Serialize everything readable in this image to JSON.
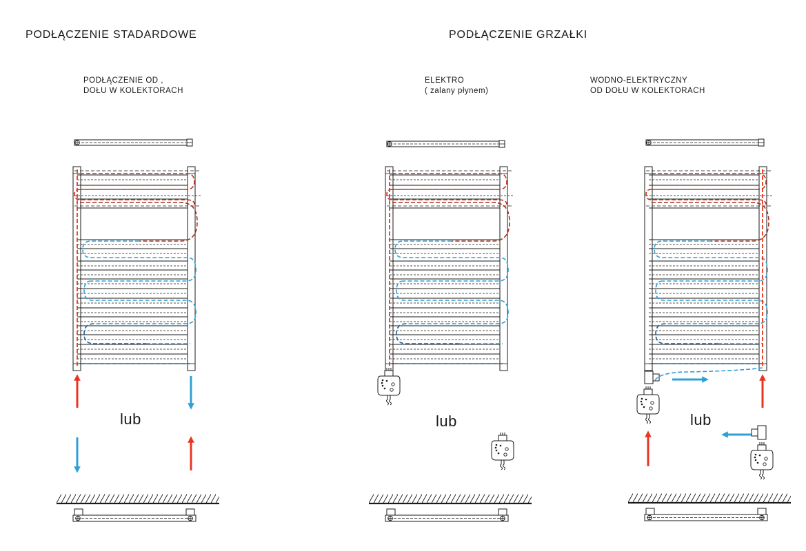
{
  "headings": {
    "standard": "PODŁĄCZENIE STADARDOWE",
    "heater": "PODŁĄCZENIE GRZAŁKI"
  },
  "panels": [
    {
      "caption_line1": "PODŁĄCZENIE OD ,",
      "caption_line2": "DOŁU W KOLEKTORACH",
      "or_label": "lub"
    },
    {
      "caption_line1": "ELEKTRO",
      "caption_line2": "( zalany płynem)",
      "or_label": "lub"
    },
    {
      "caption_line1": "WODNO-ELEKTRYCZNY",
      "caption_line2": "OD DOŁU W KOLEKTORACH",
      "or_label": "lub"
    }
  ],
  "colors": {
    "hot": "#e8351f",
    "cold": "#2f9fd6",
    "dark_red": "#a8321f",
    "dark_blue": "#1f5f9a",
    "line": "#1a1a1a"
  },
  "icons": [
    "radiator",
    "heating-element",
    "flow-arrow",
    "wall-hatching",
    "mounting-bracket"
  ]
}
